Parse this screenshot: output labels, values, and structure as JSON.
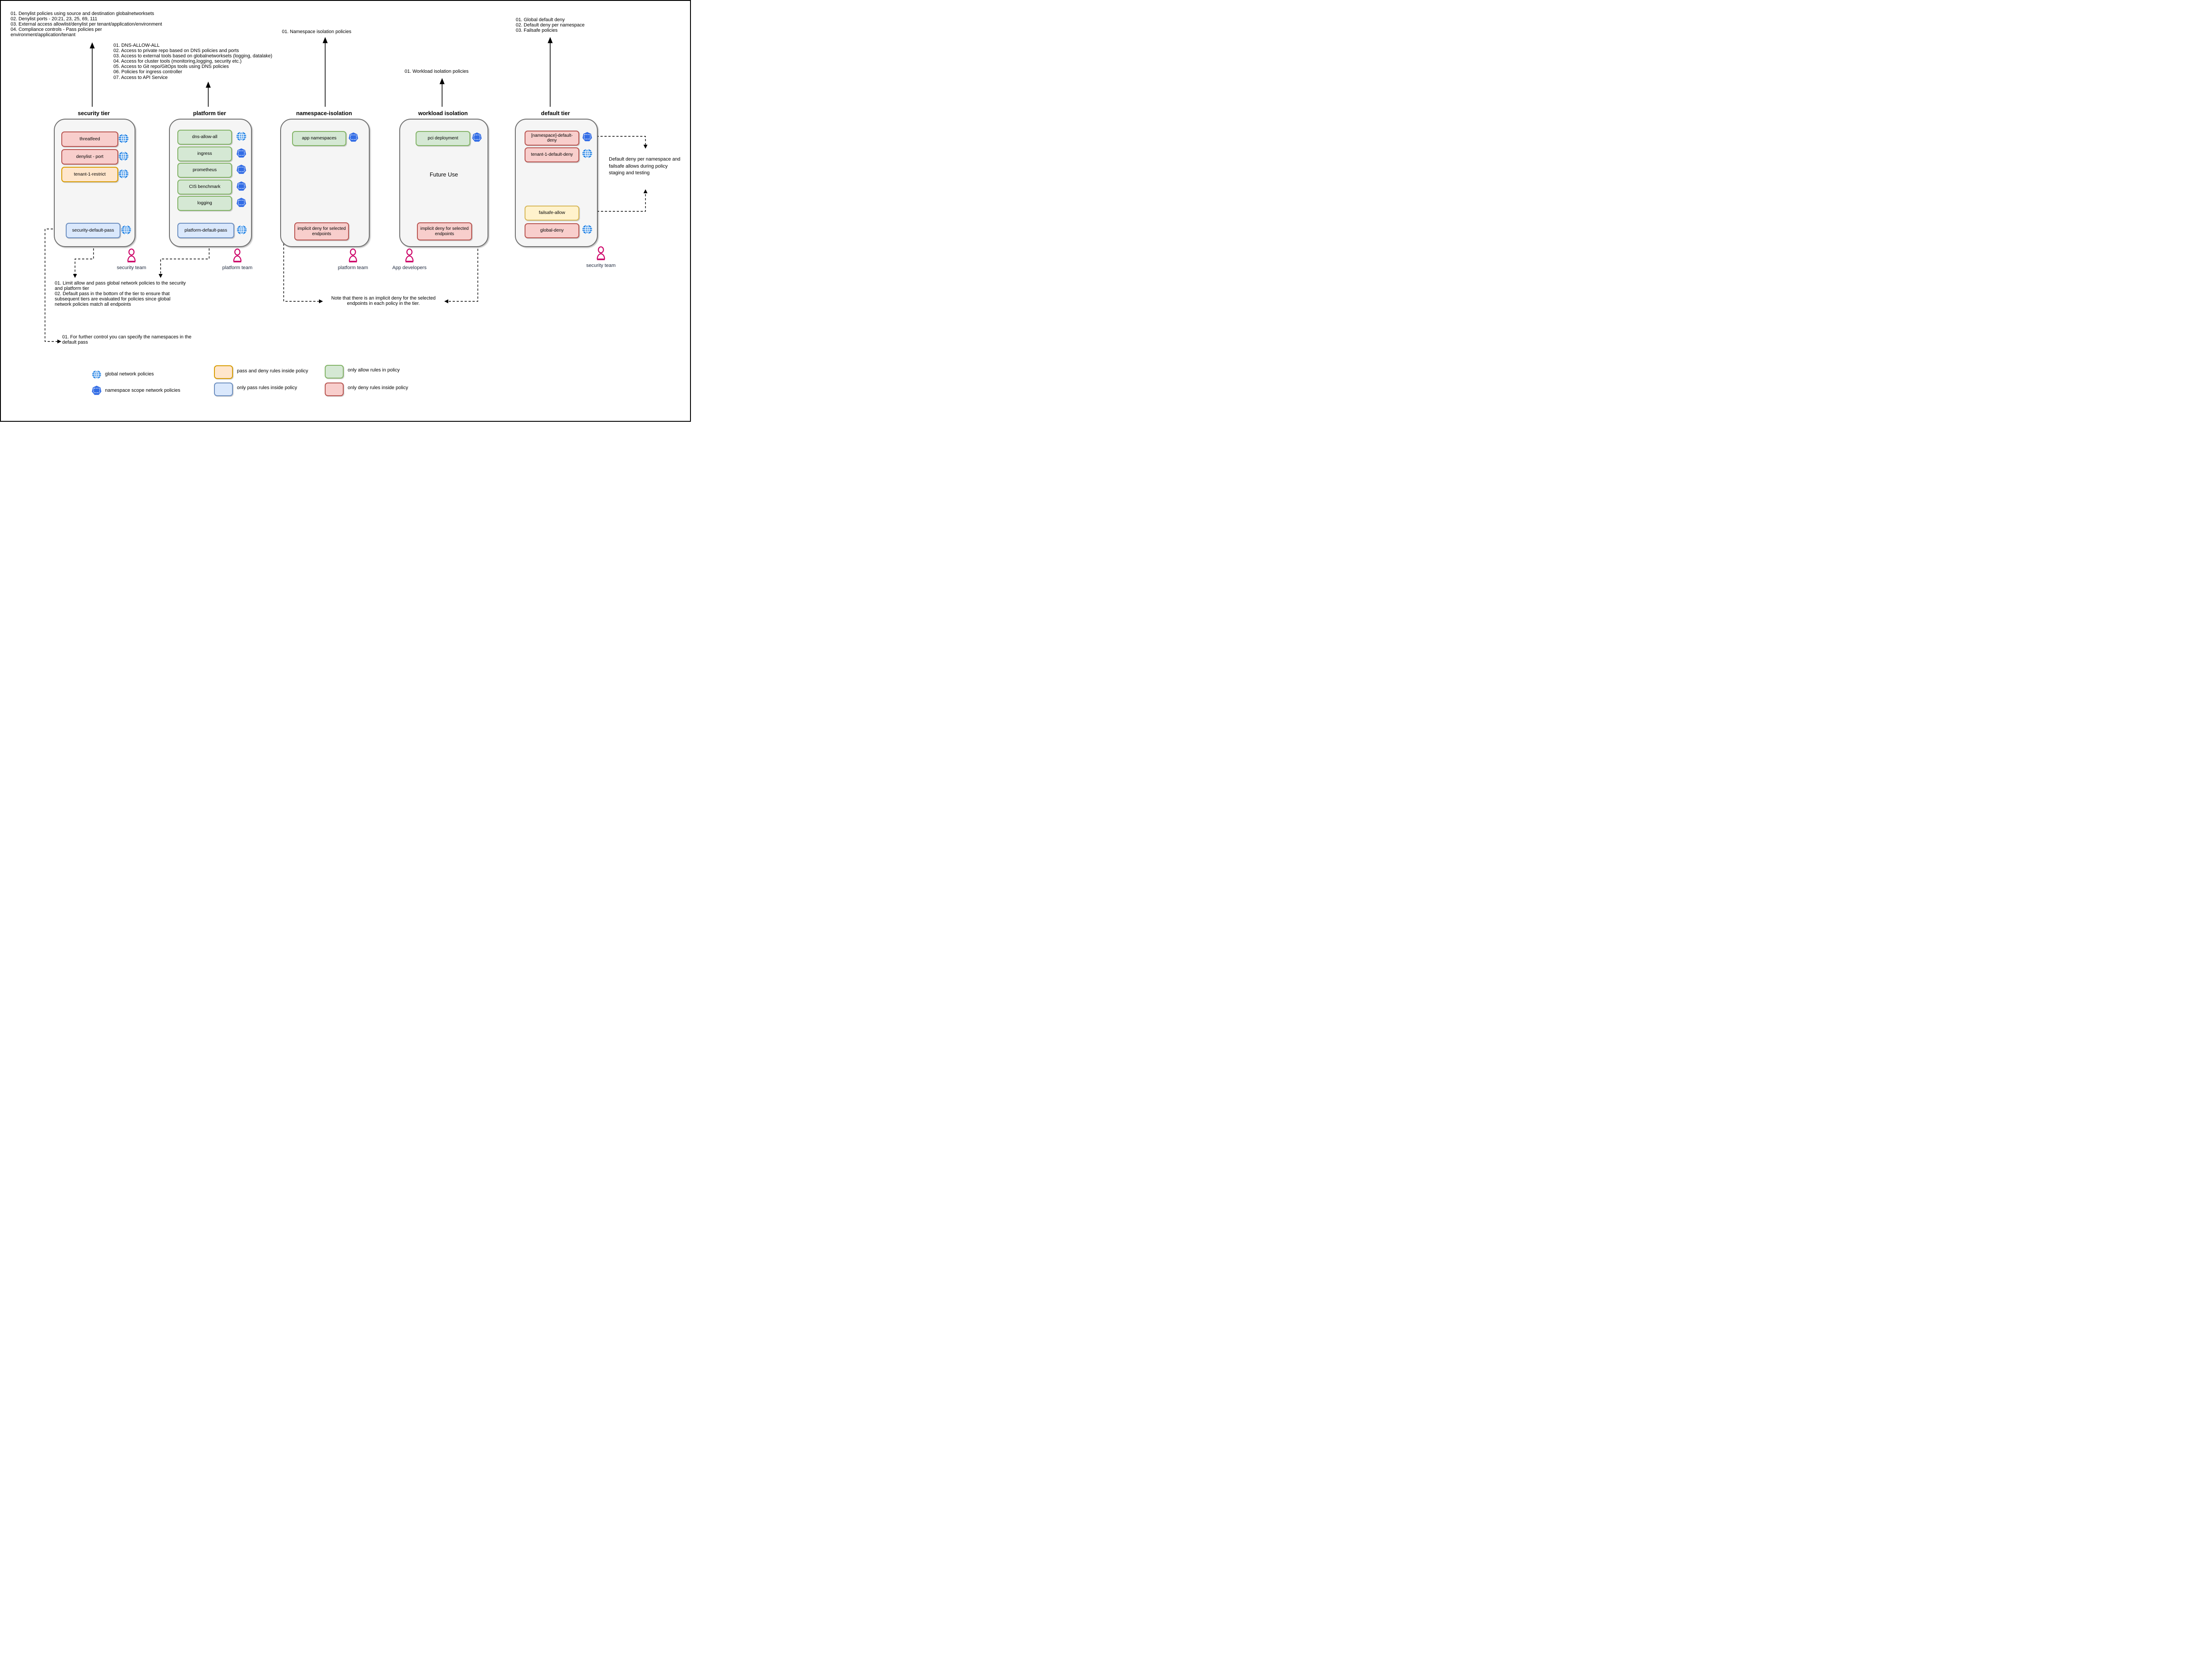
{
  "colors": {
    "deny_fill": "#f8cecc",
    "deny_border": "#b85450",
    "allow_fill": "#d5e8d4",
    "allow_border": "#82b366",
    "pass_fill": "#dae8fc",
    "pass_border": "#6c8ebf",
    "passdeny_fill": "#ffe6cc",
    "passdeny_border": "#d79b00",
    "failsafe_fill": "#fff2cc",
    "failsafe_border": "#d6b656",
    "globe_blue": "#1d7fe3",
    "ns_blue": "#326ce5",
    "person_pink": "#cc0066",
    "team_label": "#1f2a3e"
  },
  "notes": {
    "security_top": [
      "01. Denylist policies using source and destination globalnetworksets",
      "02. Denylist ports - 20:21, 23, 25, 69, 111",
      "03. External access allowlist/denylist per tenant/application/environment",
      "04. Compliance controls - Pass policies per",
      "environment/application/tenant"
    ],
    "platform_top": [
      "01. DNS-ALLOW-ALL",
      "02. Access to private repo based on DNS policies and ports",
      "03. Access to external tools based on globalnetworksets (logging, datalake)",
      "04. Access for cluster tools (monitoring,logging, security etc.)",
      "05. Access to Git repo/GitOps tools using DNS policies",
      "06. Policies for ingress controller",
      "07. Access to API Service"
    ],
    "namespace_top": "01. Namespace isolation policies",
    "workload_top": "01. Workload isolation policies",
    "default_top": [
      "01. Global default deny",
      "02. Default deny per namespace",
      "03. Failsafe policies"
    ],
    "tier_bottom": [
      "01. Limit allow and pass global network policies to the security",
      "and platform tier",
      "02. Default pass in the bottom of the tier to ensure that",
      "subsequent tiers are evaluated for policies since global",
      "network policies match all endpoints"
    ],
    "further_control": [
      "01. For further control you can specify the namespaces in the",
      "default pass"
    ],
    "implicit_deny_note": [
      "Note that there is an implicit deny for the selected",
      "endpoints in each policy in the tier."
    ],
    "staging_note": [
      "Default deny per namespace and",
      "failsafe allows during policy",
      "staging and testing"
    ]
  },
  "tiers": {
    "security": {
      "title": "security tier",
      "policies": {
        "threatfeed": "threatfeed",
        "denylist_port": "denylist - port",
        "tenant1_restrict": "tenant-1-restrict",
        "default_pass": "security-default-pass"
      }
    },
    "platform": {
      "title": "platform tier",
      "policies": {
        "dns_allow_all": "dns-allow-all",
        "ingress": "ingress",
        "prometheus": "prometheus",
        "cis_benchmark": "CIS benchmark",
        "logging": "logging",
        "default_pass": "platform-default-pass"
      }
    },
    "namespace_isolation": {
      "title": "namespace-isolation",
      "policies": {
        "app_namespaces": "app namespaces",
        "implicit_deny": "implicit deny for selected endpoints"
      }
    },
    "workload_isolation": {
      "title": "workload isolation",
      "center_label": "Future Use",
      "policies": {
        "pci_deployment": "pci deployment",
        "implicit_deny": "implicit deny for selected endpoints"
      }
    },
    "default": {
      "title": "default tier",
      "policies": {
        "namespace_default_deny": "[namespace]-default-deny",
        "tenant1_default_deny": "tenant-1-default-deny",
        "failsafe_allow": "failsafe-allow",
        "global_deny": "global-deny"
      }
    }
  },
  "teams": {
    "security1": "security team",
    "platform1": "platform team",
    "platform2": "platform team",
    "app_devs": "App developers",
    "security2": "security team"
  },
  "legend": {
    "global": "global network policies",
    "namespace": "namespace scope network policies",
    "pass_deny": "pass and deny rules inside policy",
    "only_pass": "only pass rules inside policy",
    "only_allow": "only allow rules in policy",
    "only_deny": "only deny rules inside policy"
  }
}
